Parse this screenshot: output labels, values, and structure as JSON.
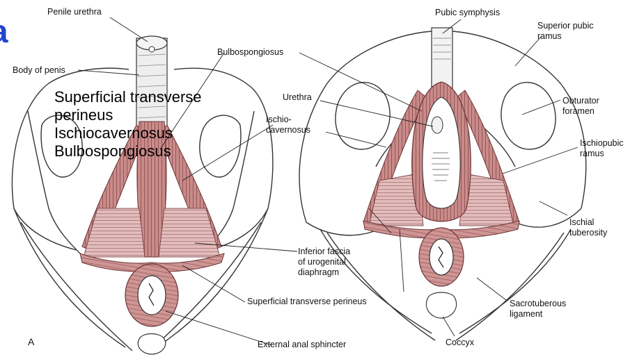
{
  "corner_glyph": "a",
  "overlay_lines": [
    "Superficial transverse",
    "perineus",
    "Ischiocavernosus",
    "Bulbospongiosus"
  ],
  "panel_letter": "A",
  "labels": {
    "penile_urethra": "Penile urethra",
    "body_of_penis": "Body of penis",
    "bulbospongiosus": "Bulbospongiosus",
    "ischio_cavernosus": [
      "Ischio-",
      "cavernosus"
    ],
    "inferior_fascia": [
      "Inferior fascia",
      "of urogenital",
      "diaphragm"
    ],
    "superficial_transverse_perineus": "Superficial transverse perineus",
    "external_anal_sphincter": "External anal sphincter",
    "pubic_symphysis": "Pubic symphysis",
    "superior_pubic_ramus": [
      "Superior pubic",
      "ramus"
    ],
    "urethra": "Urethra",
    "obturator_foramen": [
      "Obturator",
      "foramen"
    ],
    "ischiopubic_ramus": [
      "Ischiopubic",
      "ramus"
    ],
    "ischial_tuberosity": [
      "Ischial",
      "tuberosity"
    ],
    "sacrotuberous_ligament": [
      "Sacrotuberous",
      "ligament"
    ],
    "coccyx": "Coccyx"
  },
  "colors": {
    "muscle": "#c98a8a",
    "muscle_dark": "#8a4a4a",
    "bone_line": "#333333",
    "overlay_text": "#000000",
    "corner_glyph": "#2244cc"
  }
}
